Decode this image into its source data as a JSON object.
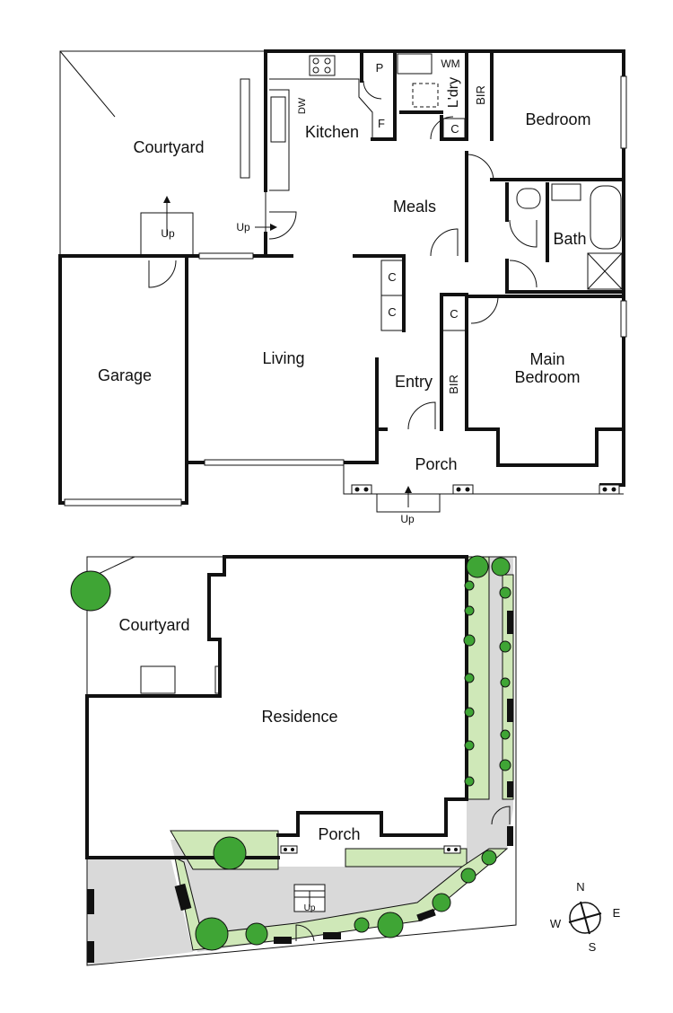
{
  "floor_plan": {
    "rooms": {
      "courtyard": "Courtyard",
      "kitchen": "Kitchen",
      "meals": "Meals",
      "bedroom": "Bedroom",
      "bath": "Bath",
      "living": "Living",
      "garage": "Garage",
      "entry": "Entry",
      "main_bedroom_line1": "Main",
      "main_bedroom_line2": "Bedroom",
      "porch": "Porch",
      "laundry": "L'dry",
      "bir": "BIR",
      "bir2": "BIR"
    },
    "fixtures": {
      "pantry": "P",
      "fridge": "F",
      "dishwasher": "DW",
      "washing_machine": "WM",
      "cupboard": "C"
    },
    "up_labels": {
      "courtyard_step": "Up",
      "kitchen_step": "Up",
      "porch_step": "Up"
    }
  },
  "site_plan": {
    "courtyard": "Courtyard",
    "residence": "Residence",
    "porch": "Porch",
    "up": "Up"
  },
  "compass": {
    "n": "N",
    "e": "E",
    "s": "S",
    "w": "W"
  },
  "colors": {
    "wall": "#111111",
    "garden_green": "#cfe8b8",
    "paving_grey": "#d9d9d9",
    "tree_green": "#3fa535"
  }
}
